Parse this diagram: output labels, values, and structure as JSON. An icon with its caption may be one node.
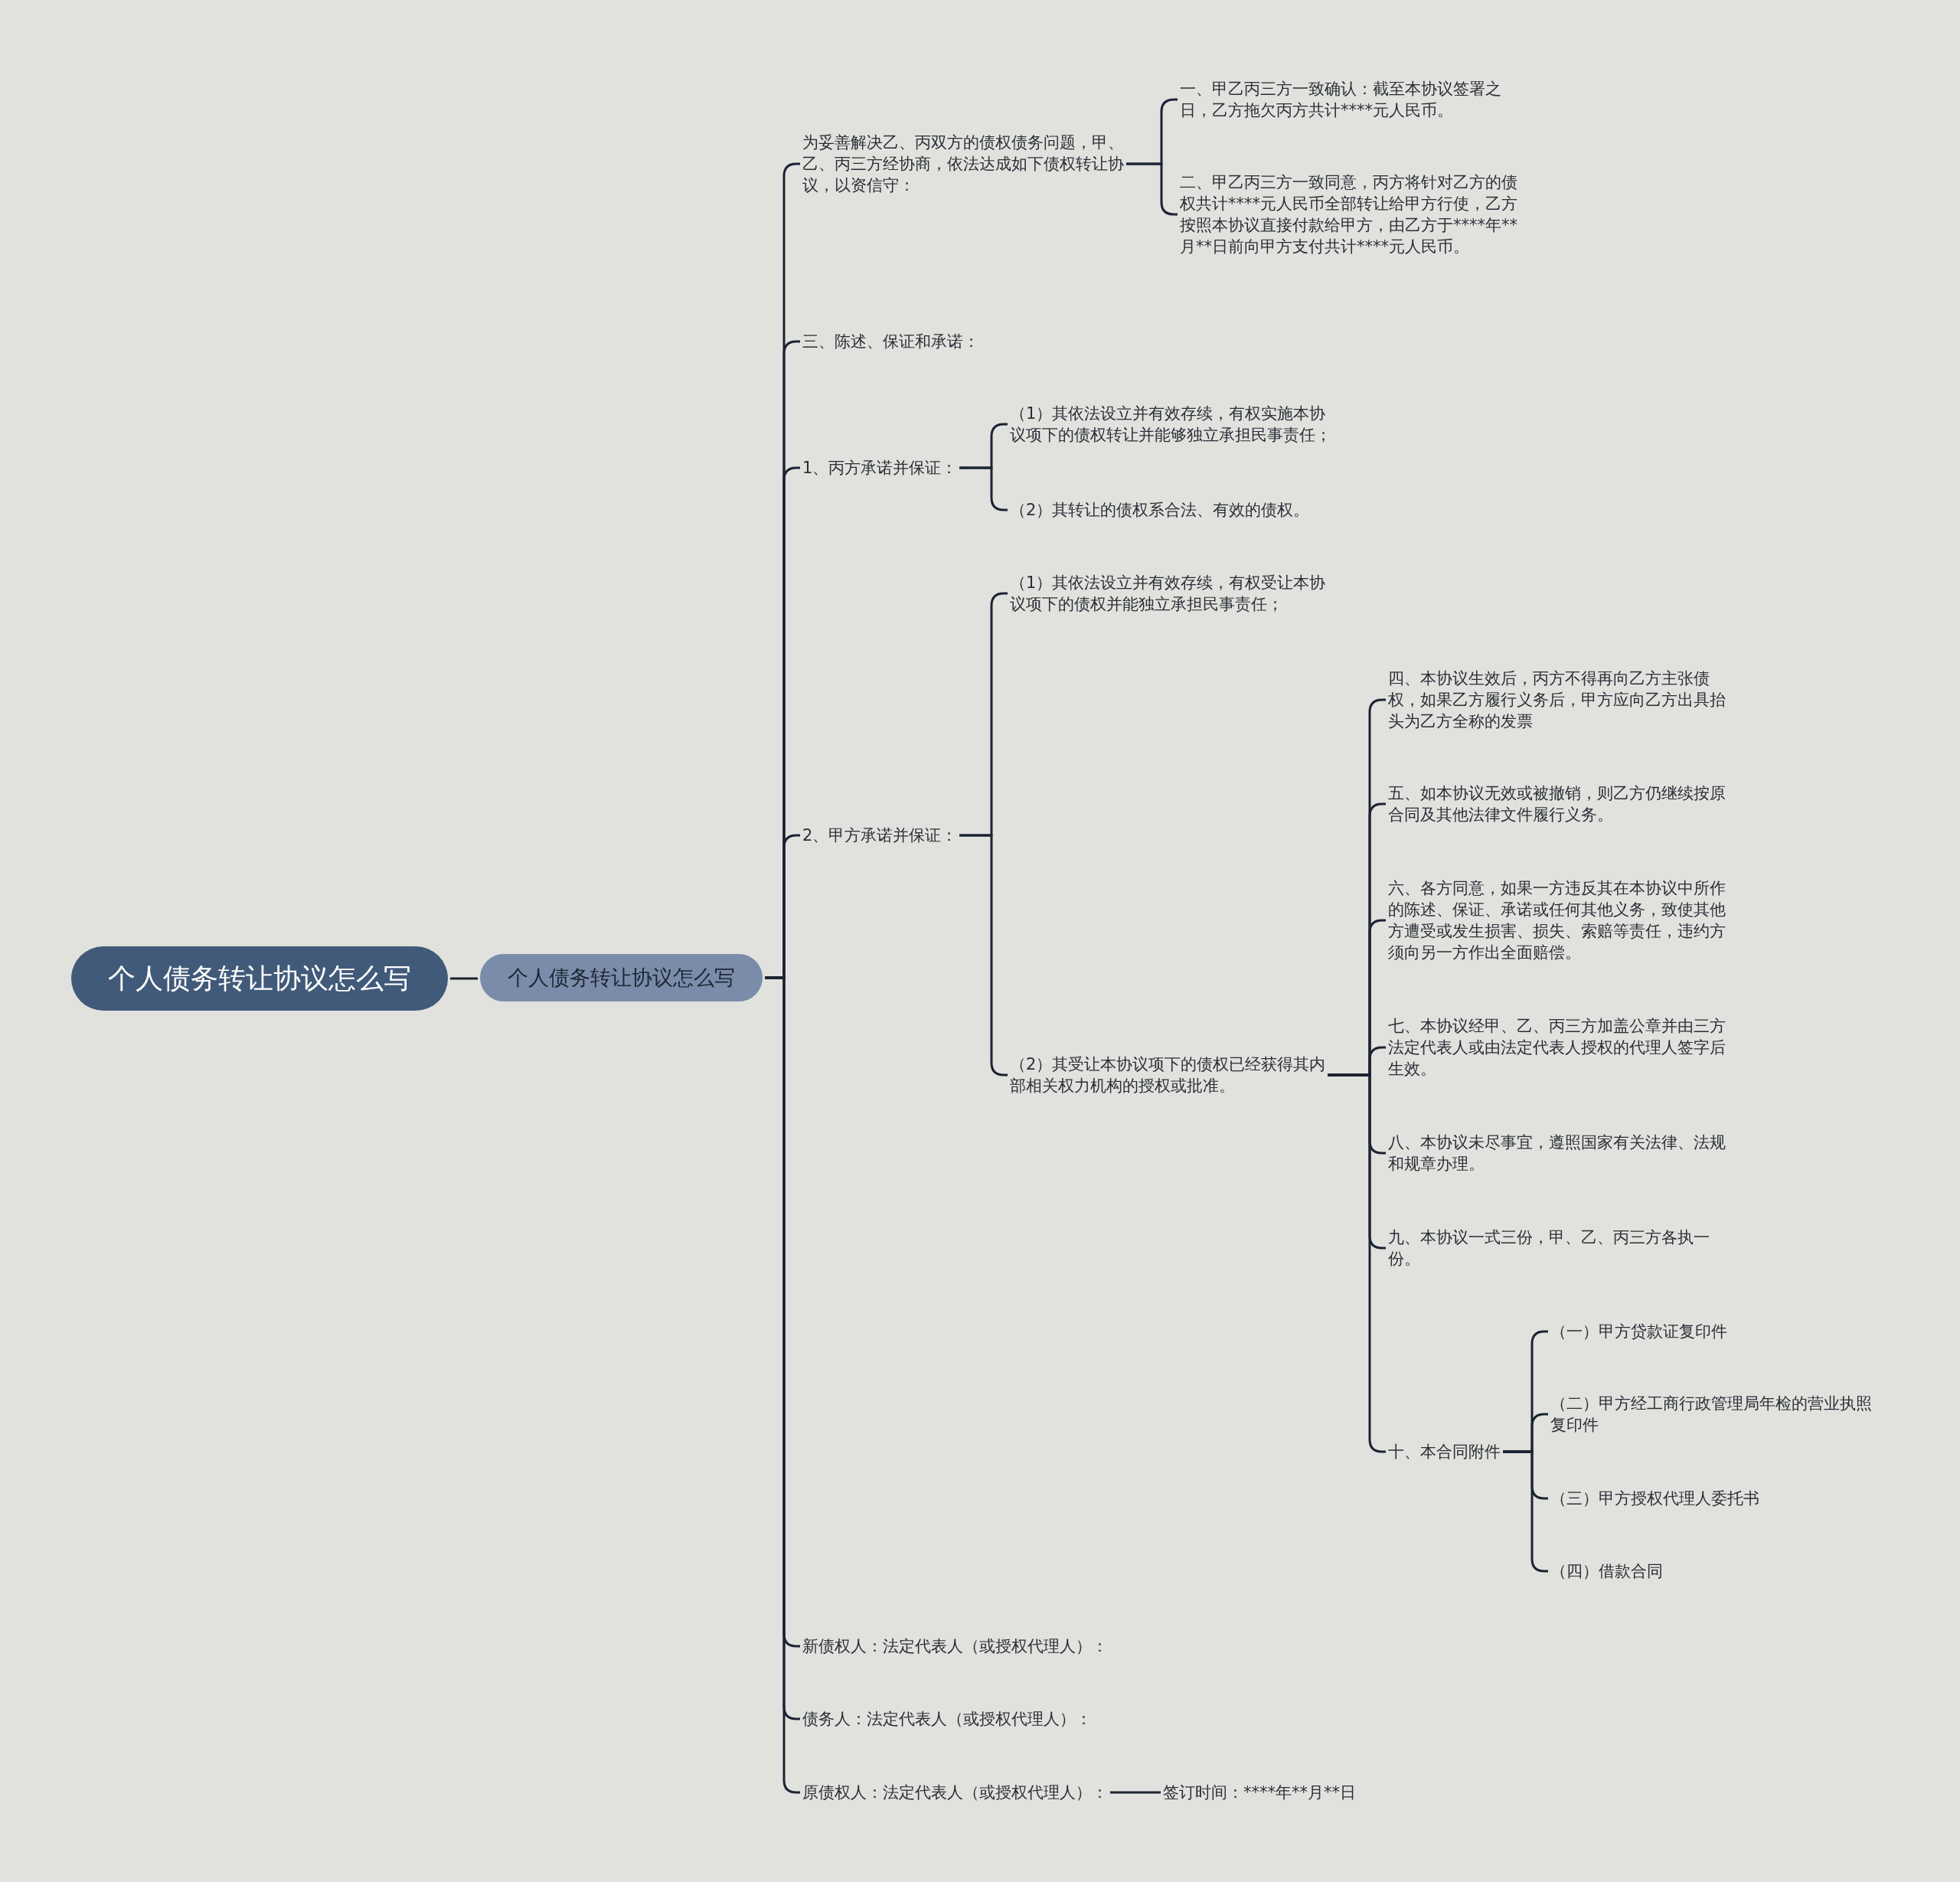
{
  "diagram": {
    "nodes": [
      {
        "text": [
          "个人债务转让协议怎么写"
        ]
      },
      {
        "text": [
          "个人债务转让协议怎么写"
        ]
      },
      {
        "text": [
          "为妥善解决乙、丙双方的债权债务问题，甲、乙、丙三方经协商，依法达成如下债权转让协议，以资信守："
        ]
      },
      {
        "text": [
          "一、甲乙丙三方一致确认：截至本协议签署之日，乙方拖欠丙方共计****元人民币。"
        ]
      },
      {
        "text": [
          "二、甲乙丙三方一致同意，丙方将针对乙方的债权共计****元人民币全部转让给甲方行使，乙方按照本协议直接付款给甲方，由乙方于****年**月**日前向甲方支付共计****元人民币。"
        ]
      },
      {
        "text": [
          "三、陈述、保证和承诺："
        ]
      },
      {
        "text": [
          "1、丙方承诺并保证："
        ]
      },
      {
        "text": [
          "（1）其依法设立并有效存续，有权实施本协议项下的债权转让并能够独立承担民事责任；"
        ]
      },
      {
        "text": [
          "（2）其转让的债权系合法、有效的债权。"
        ]
      },
      {
        "text": [
          "2、甲方承诺并保证："
        ]
      },
      {
        "text": [
          "（1）其依法设立并有效存续，有权受让本协议项下的债权并能独立承担民事责任；"
        ]
      },
      {
        "text": [
          "（2）其受让本协议项下的债权已经获得其内部相关权力机构的授权或批准。"
        ]
      },
      {
        "text": [
          "四、本协议生效后，丙方不得再向乙方主张债权，如果乙方履行义务后，甲方应向乙方出具抬头为乙方全称的发票"
        ]
      },
      {
        "text": [
          "五、如本协议无效或被撤销，则乙方仍继续按原合同及其他法律文件履行义务。"
        ]
      },
      {
        "text": [
          "六、各方同意，如果一方违反其在本协议中所作的陈述、保证、承诺或任何其他义务，致使其他方遭受或发生损害、损失、索赔等责任，违约方须向另一方作出全面赔偿。"
        ]
      },
      {
        "text": [
          "七、本协议经甲、乙、丙三方加盖公章并由三方法定代表人或由法定代表人授权的代理人签字后生效。"
        ]
      },
      {
        "text": [
          "八、本协议未尽事宜，遵照国家有关法律、法规和规章办理。"
        ]
      },
      {
        "text": [
          "九、本协议一式三份，甲、乙、丙三方各执一份。"
        ]
      },
      {
        "text": [
          "十、本合同附件"
        ]
      },
      {
        "text": [
          "（一）甲方贷款证复印件"
        ]
      },
      {
        "text": [
          "（二）甲方经工商行政管理局年检的营业执照复印件"
        ]
      },
      {
        "text": [
          "（三）甲方授权代理人委托书"
        ]
      },
      {
        "text": [
          "（四）借款合同"
        ]
      },
      {
        "text": [
          "新债权人：法定代表人（或授权代理人）："
        ]
      },
      {
        "text": [
          "债务人：法定代表人（或授权代理人）："
        ]
      },
      {
        "text": [
          "原债权人：法定代表人（或授权代理人）："
        ]
      },
      {
        "text": [
          "签订时间：****年**月**日"
        ]
      }
    ],
    "edges": [
      {
        "from": 0,
        "to": 1,
        "arrow": "none"
      },
      {
        "from": 1,
        "to": 2,
        "arrow": "none"
      },
      {
        "from": 2,
        "to": 3,
        "arrow": "none"
      },
      {
        "from": 2,
        "to": 4,
        "arrow": "none"
      },
      {
        "from": 1,
        "to": 5,
        "arrow": "none"
      },
      {
        "from": 1,
        "to": 6,
        "arrow": "none"
      },
      {
        "from": 6,
        "to": 7,
        "arrow": "none"
      },
      {
        "from": 6,
        "to": 8,
        "arrow": "none"
      },
      {
        "from": 1,
        "to": 9,
        "arrow": "none"
      },
      {
        "from": 9,
        "to": 10,
        "arrow": "none"
      },
      {
        "from": 9,
        "to": 11,
        "arrow": "none"
      },
      {
        "from": 11,
        "to": 12,
        "arrow": "none"
      },
      {
        "from": 11,
        "to": 13,
        "arrow": "none"
      },
      {
        "from": 11,
        "to": 14,
        "arrow": "none"
      },
      {
        "from": 11,
        "to": 15,
        "arrow": "none"
      },
      {
        "from": 11,
        "to": 16,
        "arrow": "none"
      },
      {
        "from": 11,
        "to": 17,
        "arrow": "none"
      },
      {
        "from": 11,
        "to": 18,
        "arrow": "none"
      },
      {
        "from": 18,
        "to": 19,
        "arrow": "none"
      },
      {
        "from": 18,
        "to": 20,
        "arrow": "none"
      },
      {
        "from": 18,
        "to": 21,
        "arrow": "none"
      },
      {
        "from": 18,
        "to": 22,
        "arrow": "none"
      },
      {
        "from": 1,
        "to": 23,
        "arrow": "none"
      },
      {
        "from": 1,
        "to": 24,
        "arrow": "none"
      },
      {
        "from": 1,
        "to": 25,
        "arrow": "none"
      },
      {
        "from": 25,
        "to": 26,
        "arrow": "none"
      }
    ]
  }
}
